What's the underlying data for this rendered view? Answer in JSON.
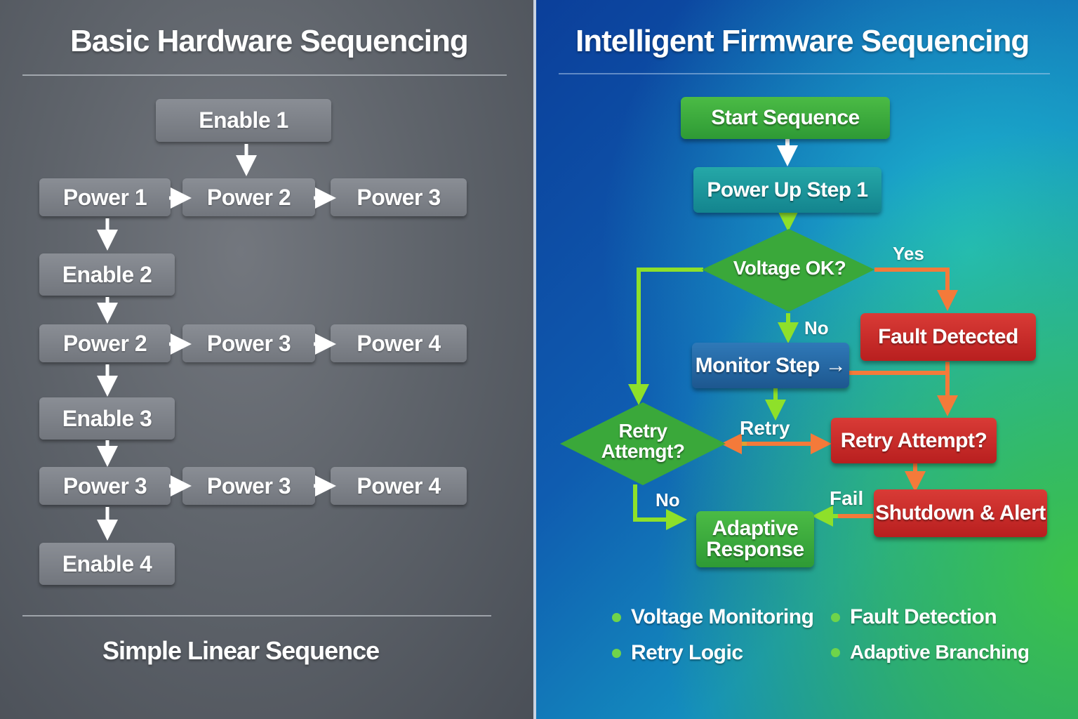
{
  "left_panel": {
    "title": "Basic Hardware Sequencing",
    "footer": "Simple Linear Sequence",
    "nodes": {
      "enable1": "Enable 1",
      "r1_power1": "Power 1",
      "r1_power2": "Power 2",
      "r1_power3": "Power 3",
      "enable2": "Enable 2",
      "r2_power2": "Power 2",
      "r2_power3": "Power 3",
      "r2_power4": "Power 4",
      "enable3": "Enable 3",
      "r3_power3": "Power 3",
      "r3_power3b": "Power 3",
      "r3_power4": "Power 4",
      "enable4": "Enable 4"
    }
  },
  "right_panel": {
    "title": "Intelligent Firmware Sequencing",
    "nodes": {
      "start": "Start Sequence",
      "power_up": "Power Up Step 1",
      "voltage_ok": "Voltage OK?",
      "fault_detected": "Fault Detected",
      "monitor_step": "Monitor Step →",
      "retry_diamond_line1": "Retry",
      "retry_diamond_line2": "Attemgt?",
      "retry_attempt": "Retry Attempt?",
      "shutdown_alert": "Shutdown & Alert",
      "adaptive_line1": "Adaptive",
      "adaptive_line2": "Response"
    },
    "edge_labels": {
      "yes": "Yes",
      "no_voltage": "No",
      "retry": "Retry",
      "no_retry": "No",
      "fail": "Fail"
    },
    "features": [
      "Voltage Monitoring",
      "Fault Detection",
      "Retry Logic",
      "Adaptive Branching"
    ],
    "colors": {
      "success_green": "#3fae3e",
      "fault_red": "#c92a28",
      "arrow_green": "#8ee02a",
      "arrow_orange": "#f47a3a",
      "bullet_green": "#6fd44a"
    }
  }
}
